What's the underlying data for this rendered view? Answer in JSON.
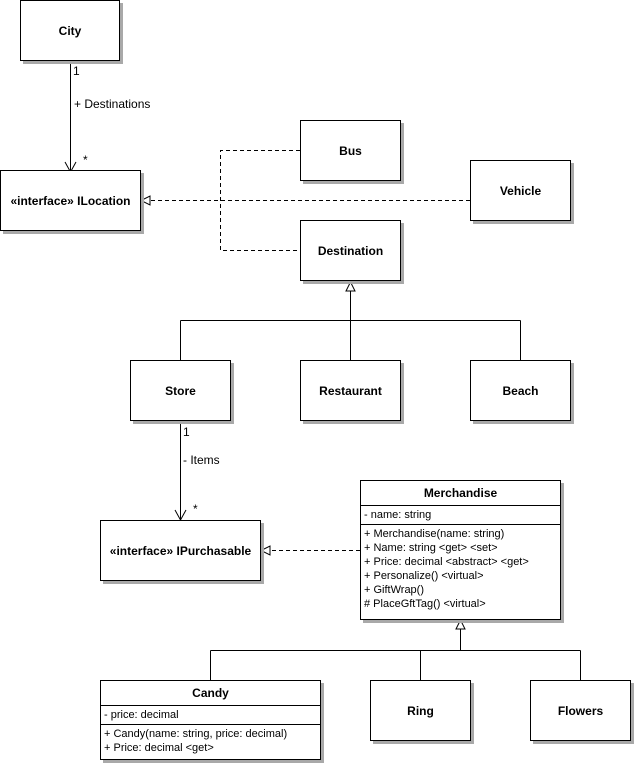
{
  "classes": {
    "city": "City",
    "ilocation": "«interface» ILocation",
    "bus": "Bus",
    "vehicle": "Vehicle",
    "destination": "Destination",
    "store": "Store",
    "restaurant": "Restaurant",
    "beach": "Beach",
    "ipurchasable": "«interface» IPurchasable",
    "ring": "Ring",
    "flowers": "Flowers"
  },
  "merchandise": {
    "name": "Merchandise",
    "attributes": [
      "- name: string"
    ],
    "operations": [
      "+ Merchandise(name: string)",
      "+ Name: string <get> <set>",
      "+ Price: decimal <abstract> <get>",
      "+ Personalize() <virtual>",
      "+ GiftWrap()",
      "# PlaceGftTag() <virtual>"
    ]
  },
  "candy": {
    "name": "Candy",
    "attributes": [
      "- price: decimal"
    ],
    "operations": [
      "+ Candy(name: string, price: decimal)",
      "+ Price: decimal <get>"
    ]
  },
  "associations": {
    "city_destinations": {
      "source_mult": "1",
      "role": "+ Destinations",
      "target_mult": "*"
    },
    "store_items": {
      "source_mult": "1",
      "role": "- Items",
      "target_mult": "*"
    }
  }
}
